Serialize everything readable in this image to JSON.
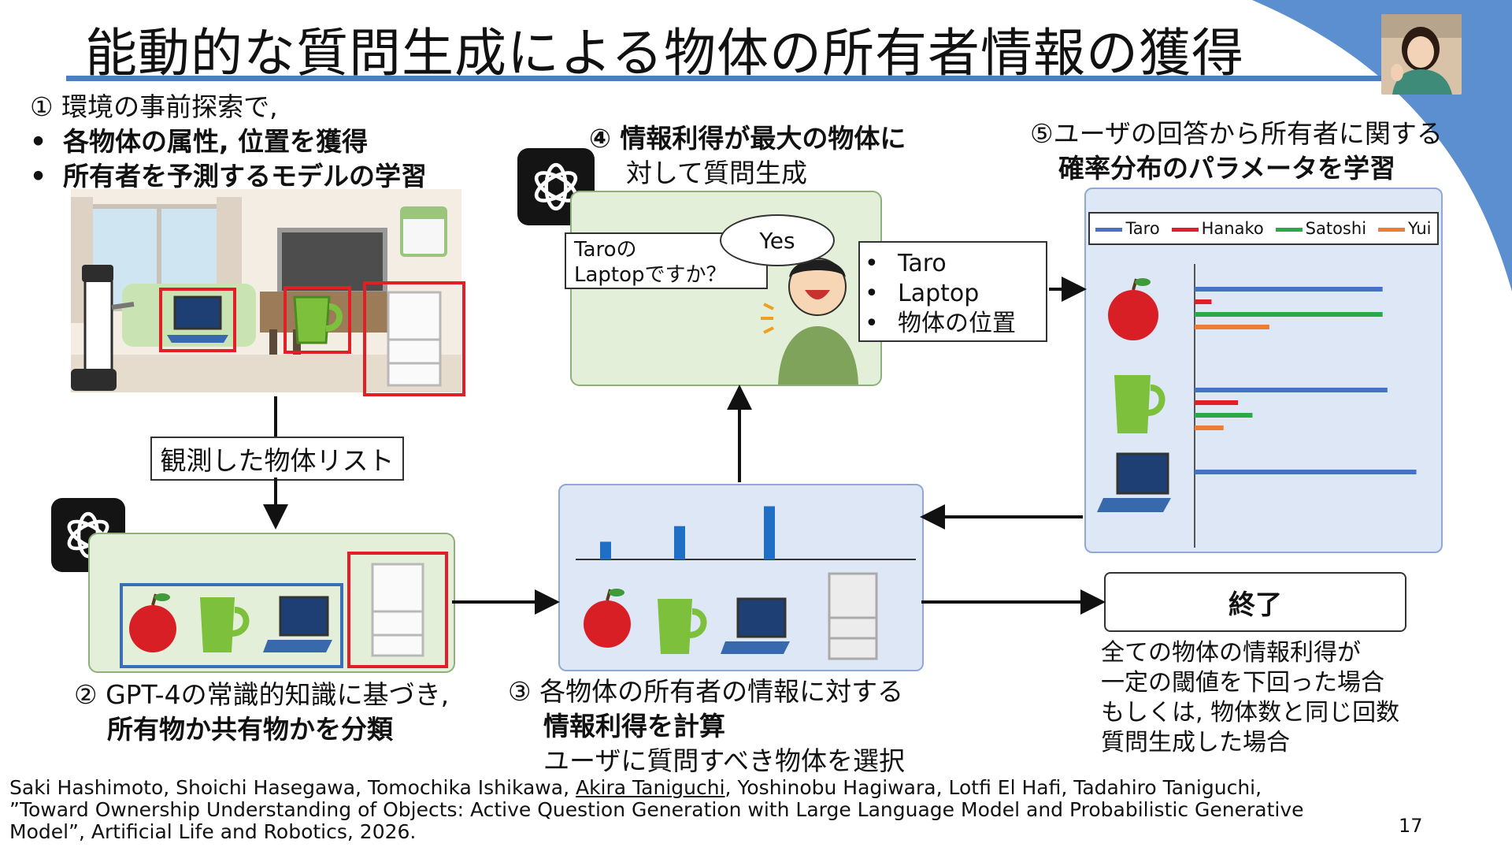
{
  "slide": {
    "title": "能動的な質問生成による物体の所有者情報の獲得",
    "page_number": "17",
    "accent_color": "#4a7fc1"
  },
  "step1": {
    "heading": "① 環境の事前探索で,",
    "bullets": [
      "各物体の属性, 位置を獲得",
      "所有者を予測するモデルの学習"
    ]
  },
  "observed_list_label": "観測した物体リスト",
  "step2": {
    "line1": "② GPT-4の常識的知識に基づき,",
    "line2": "所有物か共有物かを分類"
  },
  "step3": {
    "line1": "③ 各物体の所有者の情報に対する",
    "line2": "情報利得を計算",
    "line3": "ユーザに質問すべき物体を選択"
  },
  "step4": {
    "line1": "④ 情報利得が最大の物体に",
    "line2": "対して質問生成",
    "robot_question_line1": "Taroの",
    "robot_question_line2": "Laptopですか？",
    "user_answer": "Yes",
    "answer_items": [
      "Taro",
      "Laptop",
      "物体の位置"
    ]
  },
  "step5": {
    "line1": "⑤ユーザの回答から所有者に関する",
    "line2": "確率分布のパラメータを学習",
    "legend": [
      {
        "name": "Taro",
        "color": "#4472c4"
      },
      {
        "name": "Hanako",
        "color": "#e21f26"
      },
      {
        "name": "Satoshi",
        "color": "#2aa84a"
      },
      {
        "name": "Yui",
        "color": "#ed7d31"
      }
    ]
  },
  "end": {
    "label": "終了",
    "cond_line1": "全ての物体の情報利得が",
    "cond_line2": "一定の閾値を下回った場合",
    "cond_line3": "もしくは, 物体数と同じ回数",
    "cond_line4": "質問生成した場合"
  },
  "citation": {
    "authors_before": "Saki Hashimoto, Shoichi Hasegawa, Tomochika Ishikawa, ",
    "authors_underlined": "Akira Taniguchi",
    "authors_after": ", Yoshinobu Hagiwara, Lotfi El Hafi, Tadahiro Taniguchi,",
    "line2": "”Toward Ownership Understanding of Objects: Active Question Generation with Large Language Model and Probabilistic Generative",
    "line3": "Model”, Artificial Life and Robotics, 2026."
  },
  "chart_data": [
    {
      "type": "bar",
      "categories": [
        "apple",
        "cup",
        "laptop",
        "fridge"
      ],
      "values": [
        0.25,
        0.47,
        0.75,
        0
      ]
    },
    {
      "type": "bar",
      "orientation": "horizontal",
      "categories": [
        "apple",
        "cup",
        "laptop"
      ],
      "series": [
        {
          "name": "Taro",
          "values": [
            0.78,
            0.8,
            0.92
          ]
        },
        {
          "name": "Hanako",
          "values": [
            0.07,
            0.18,
            0
          ]
        },
        {
          "name": "Satoshi",
          "values": [
            0.78,
            0.24,
            0
          ]
        },
        {
          "name": "Yui",
          "values": [
            0.31,
            0.12,
            0
          ]
        }
      ]
    }
  ]
}
